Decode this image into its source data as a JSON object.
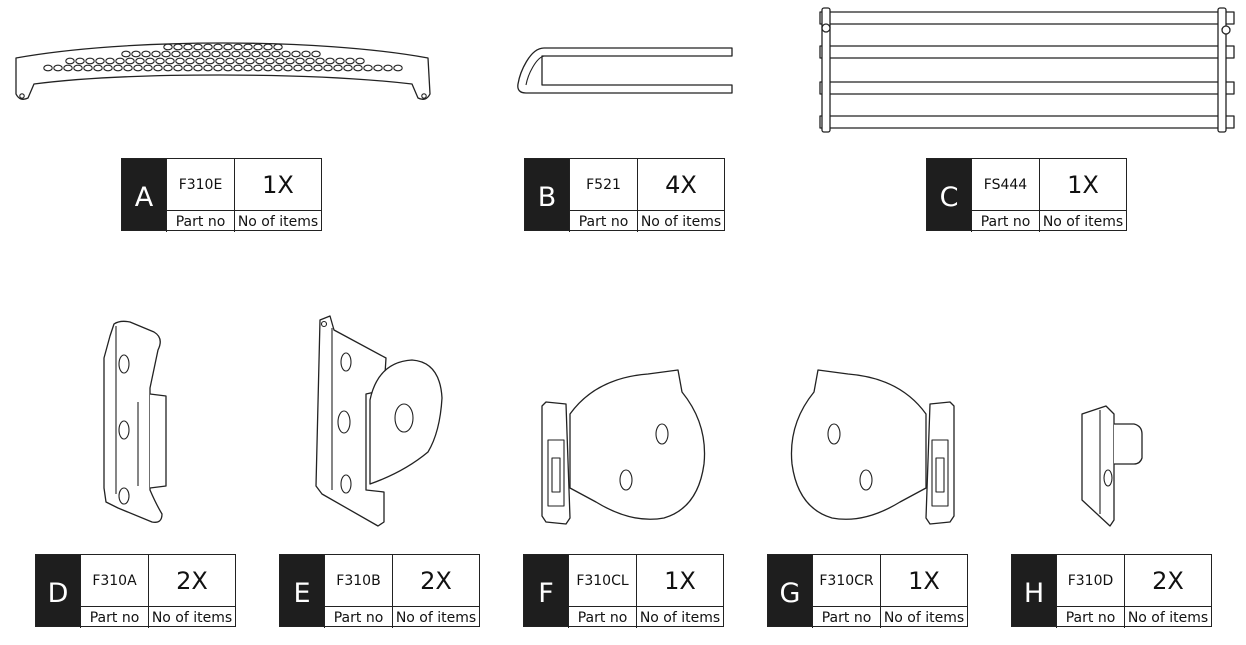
{
  "parts": [
    {
      "letter": "A",
      "part_no": "F310E",
      "qty": "1X",
      "part_no_caption": "Part no",
      "qty_caption": "No of items"
    },
    {
      "letter": "B",
      "part_no": "F521",
      "qty": "4X",
      "part_no_caption": "Part no",
      "qty_caption": "No of items"
    },
    {
      "letter": "C",
      "part_no": "FS444",
      "qty": "1X",
      "part_no_caption": "Part no",
      "qty_caption": "No of items"
    },
    {
      "letter": "D",
      "part_no": "F310A",
      "qty": "2X",
      "part_no_caption": "Part no",
      "qty_caption": "No of items"
    },
    {
      "letter": "E",
      "part_no": "F310B",
      "qty": "2X",
      "part_no_caption": "Part no",
      "qty_caption": "No of items"
    },
    {
      "letter": "F",
      "part_no": "F310CL",
      "qty": "1X",
      "part_no_caption": "Part no",
      "qty_caption": "No of items"
    },
    {
      "letter": "G",
      "part_no": "F310CR",
      "qty": "1X",
      "part_no_caption": "Part no",
      "qty_caption": "No of items"
    },
    {
      "letter": "H",
      "part_no": "F310D",
      "qty": "2X",
      "part_no_caption": "Part no",
      "qty_caption": "No of items"
    }
  ]
}
